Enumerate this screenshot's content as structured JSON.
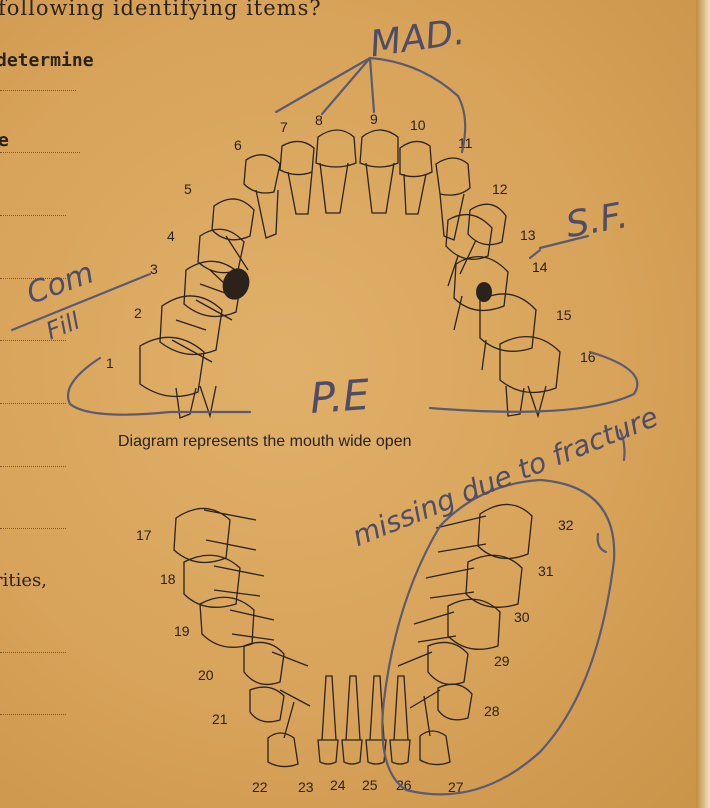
{
  "form": {
    "heading_fragment": "following identifying items?",
    "determine_fragment": "determine",
    "side_e": "e",
    "side_ities": "rities,",
    "caption": "Diagram represents the mouth wide open"
  },
  "upper_teeth_numbers": [
    "1",
    "2",
    "3",
    "4",
    "5",
    "6",
    "7",
    "8",
    "9",
    "10",
    "11",
    "12",
    "13",
    "14",
    "15",
    "16"
  ],
  "lower_teeth_numbers": [
    "17",
    "18",
    "19",
    "20",
    "21",
    "22",
    "23",
    "24",
    "25",
    "26",
    "27",
    "28",
    "29",
    "30",
    "31",
    "32"
  ],
  "annotations": {
    "mad": "MAD.",
    "sf": "S.F.",
    "com": "Com",
    "fill": "Fill",
    "pe": "P.E",
    "missing": "missing due to fracture"
  }
}
